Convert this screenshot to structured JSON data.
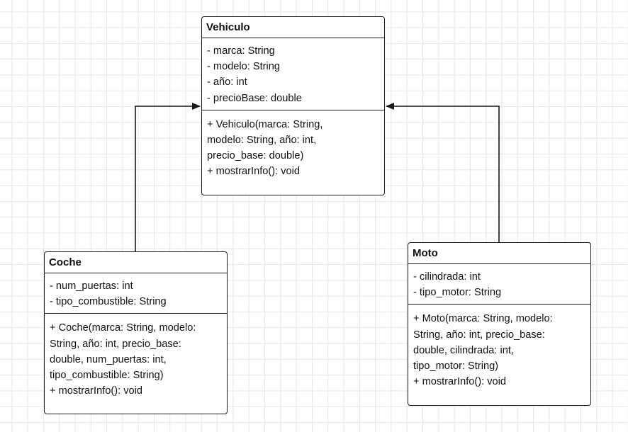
{
  "classes": {
    "vehiculo": {
      "name": "Vehiculo",
      "attributes": [
        "- marca: String",
        "- modelo: String",
        "- año: int",
        "- precioBase: double"
      ],
      "methods": [
        "+ Vehiculo(marca: String,",
        "modelo: String, año: int,",
        "precio_base: double)",
        "+ mostrarInfo(): void"
      ]
    },
    "coche": {
      "name": "Coche",
      "attributes": [
        "- num_puertas: int",
        "- tipo_combustible: String"
      ],
      "methods": [
        "+ Coche(marca: String, modelo:",
        "String, año: int, precio_base:",
        "double, num_puertas: int,",
        "tipo_combustible: String)",
        "+ mostrarInfo(): void"
      ]
    },
    "moto": {
      "name": "Moto",
      "attributes": [
        "- cilindrada: int",
        "- tipo_motor: String"
      ],
      "methods": [
        "+ Moto(marca: String, modelo:",
        "String, año: int, precio_base:",
        "double, cilindrada: int,",
        "tipo_motor: String)",
        "+ mostrarInfo(): void"
      ]
    }
  },
  "colors": {
    "stroke": "#1a1a1a",
    "grid": "#e6e6e6",
    "background": "#ffffff"
  }
}
